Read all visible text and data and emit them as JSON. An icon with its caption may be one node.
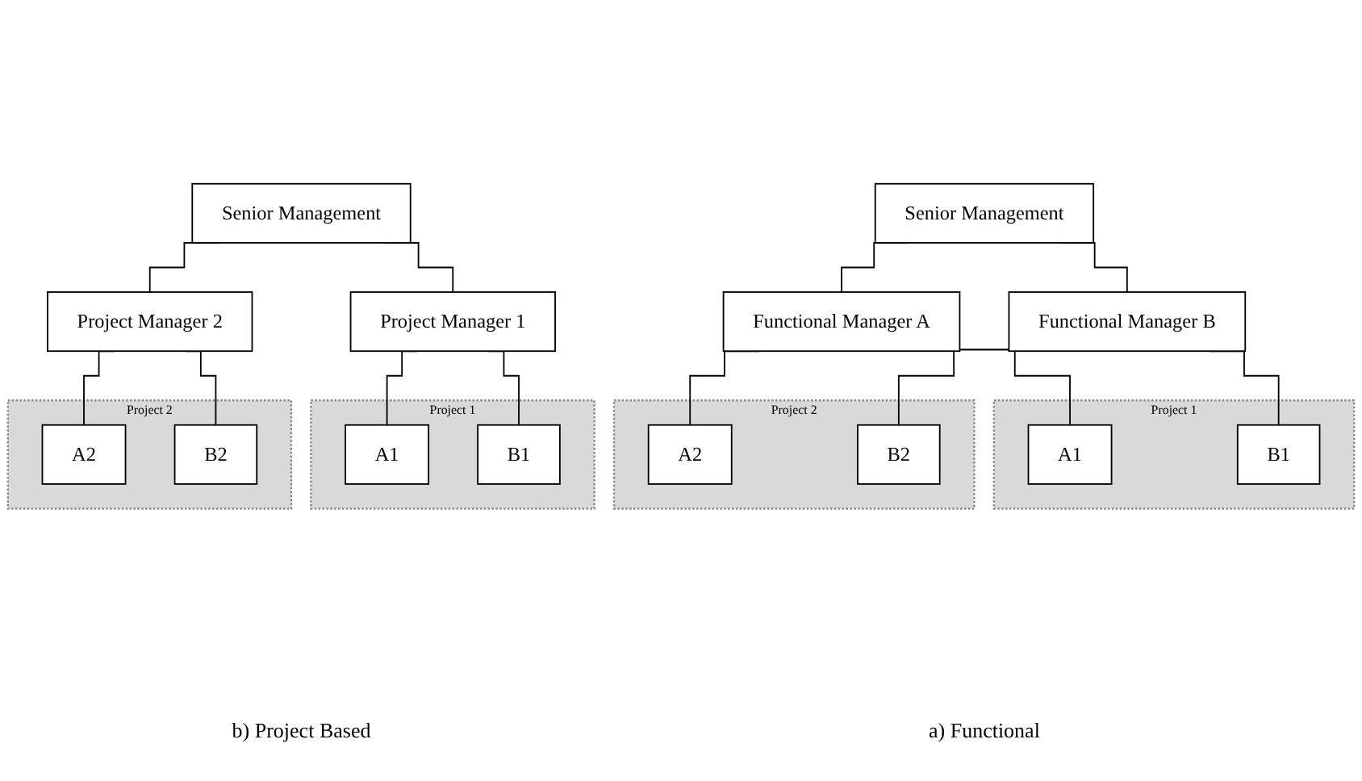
{
  "diagram": {
    "nodes": [
      {
        "text": [
          "Senior Management"
        ]
      },
      {
        "text": [
          "Functional Manager A"
        ]
      },
      {
        "text": [
          "Functional Manager B"
        ]
      },
      {
        "text": [
          "Project 1"
        ]
      },
      {
        "text": [
          "A1"
        ],
        "in": 3
      },
      {
        "text": [
          "B1"
        ],
        "in": 3
      },
      {
        "text": [
          "Project 2"
        ]
      },
      {
        "text": [
          "A2"
        ],
        "in": 6
      },
      {
        "text": [
          "B2"
        ],
        "in": 6
      },
      {
        "text": [
          "Senior Management"
        ]
      },
      {
        "text": [
          "Project Manager 1"
        ]
      },
      {
        "text": [
          "Project Manager 2"
        ]
      },
      {
        "text": [
          "Project 1"
        ]
      },
      {
        "text": [
          "A1"
        ],
        "in": 12
      },
      {
        "text": [
          "B1"
        ],
        "in": 12
      },
      {
        "text": [
          "Project 2"
        ]
      },
      {
        "text": [
          "A2"
        ],
        "in": 15
      },
      {
        "text": [
          "B2"
        ],
        "in": 15
      }
    ],
    "edges": [
      {
        "from": 0,
        "to": 1,
        "arrow": "none"
      },
      {
        "from": 0,
        "to": 2,
        "arrow": "none"
      },
      {
        "from": 1,
        "to": 4,
        "arrow": "none"
      },
      {
        "from": 1,
        "to": 7,
        "arrow": "none"
      },
      {
        "from": 2,
        "to": 5,
        "arrow": "none"
      },
      {
        "from": 2,
        "to": 8,
        "arrow": "none"
      },
      {
        "from": 9,
        "to": 10,
        "arrow": "none"
      },
      {
        "from": 9,
        "to": 11,
        "arrow": "none"
      },
      {
        "from": 10,
        "to": 13,
        "arrow": "none"
      },
      {
        "from": 10,
        "to": 14,
        "arrow": "none"
      },
      {
        "from": 11,
        "to": 16,
        "arrow": "none"
      },
      {
        "from": 11,
        "to": 17,
        "arrow": "none"
      }
    ],
    "labels": [
      "a) Functional",
      "b) Project Based"
    ]
  }
}
